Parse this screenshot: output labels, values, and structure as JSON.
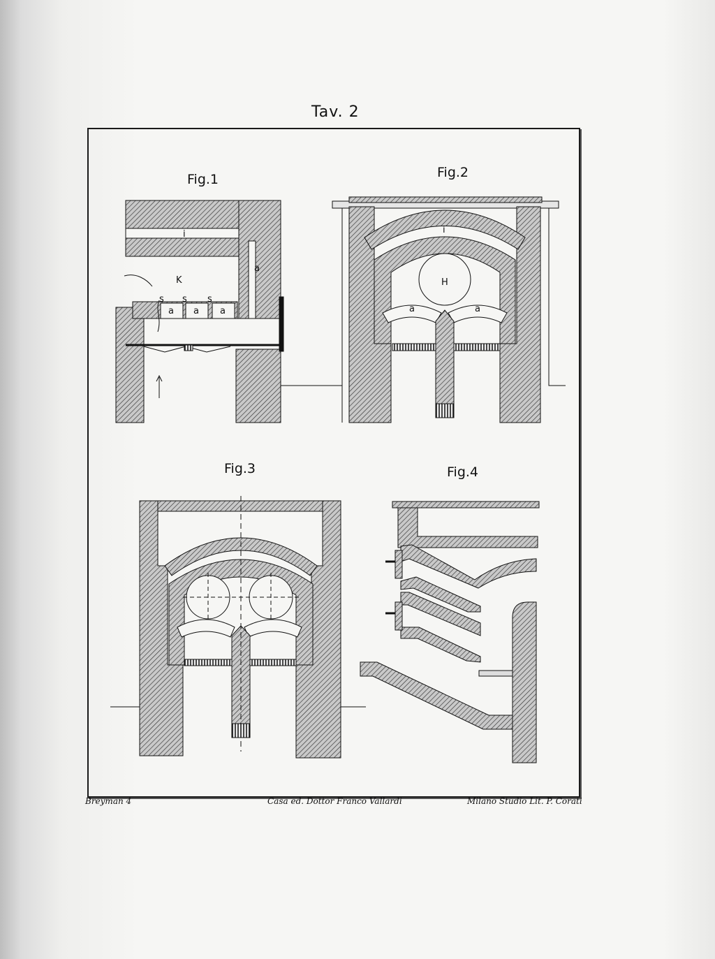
{
  "plate_title": "Tav. 2",
  "figures": {
    "fig1": {
      "label": "Fig.1",
      "letters": {
        "k": "K",
        "i": "i",
        "a_side": "a",
        "s1": "s",
        "s2": "s",
        "s3": "s",
        "a1": "a",
        "a2": "a",
        "a3": "a"
      }
    },
    "fig2": {
      "label": "Fig.2",
      "letters": {
        "i": "i",
        "h": "H",
        "a1": "a",
        "a2": "a"
      }
    },
    "fig3": {
      "label": "Fig.3"
    },
    "fig4": {
      "label": "Fig.4"
    }
  },
  "credits": {
    "left": "Breyman 4",
    "center": "Casa ed. Dottor Franco Vallardi",
    "right": "Milano Studio Lit. P. Corati"
  }
}
